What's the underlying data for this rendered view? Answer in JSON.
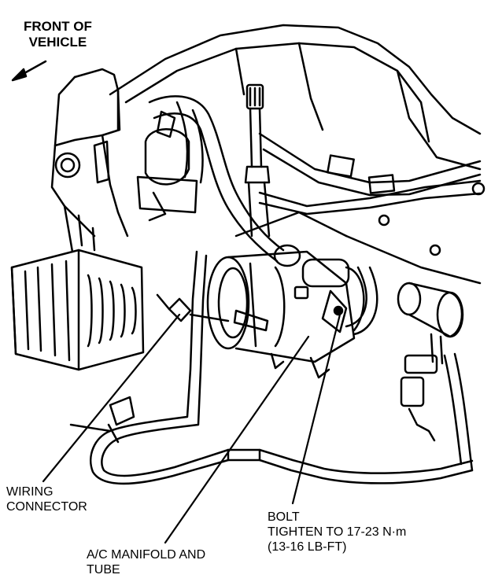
{
  "labels": {
    "front_of_vehicle": [
      "FRONT OF",
      "VEHICLE"
    ],
    "wiring_connector": [
      "WIRING",
      "CONNECTOR"
    ],
    "bolt": [
      "BOLT",
      "TIGHTEN TO 17-23 N·m",
      "(13-16 LB-FT)"
    ],
    "ac_manifold": [
      "A/C MANIFOLD AND",
      "TUBE"
    ]
  },
  "colors": {
    "ink": "#000000",
    "paper": "#ffffff"
  }
}
